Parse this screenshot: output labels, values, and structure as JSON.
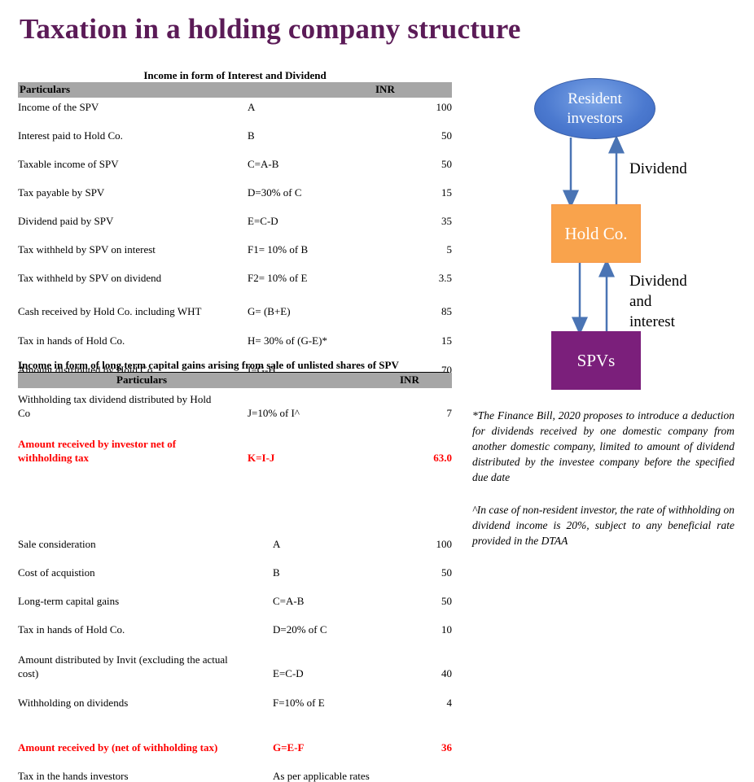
{
  "title": "Taxation in a holding company structure",
  "table1": {
    "caption": "Income in form of Interest and Dividend",
    "header": {
      "particulars": "Particulars",
      "inr": "INR"
    },
    "rows": [
      {
        "label": "Income of the SPV",
        "formula": "A",
        "value": "100"
      },
      {
        "label": "Interest paid to Hold Co.",
        "formula": "B",
        "value": "50"
      },
      {
        "label": "Taxable income of SPV",
        "formula": "C=A-B",
        "value": "50"
      },
      {
        "label": "Tax payable by SPV",
        "formula": "D=30% of C",
        "value": "15"
      },
      {
        "label": "Dividend paid by SPV",
        "formula": "E=C-D",
        "value": "35"
      },
      {
        "label": "Tax withheld by SPV on interest",
        "formula": "F1= 10% of B",
        "value": "5"
      },
      {
        "label": "Tax withheld by SPV on dividend",
        "formula": "F2= 10% of E",
        "value": "3.5"
      },
      {
        "label": "Cash received by Hold Co. including  WHT",
        "formula": "G= (B+E)",
        "value": "85"
      },
      {
        "label": "Tax in hands of Hold Co.",
        "formula": "H= 30% of (G-E)*",
        "value": "15"
      },
      {
        "label": "Amount distributed by Hold Co.",
        "formula": "I=G-H",
        "value": "70"
      },
      {
        "label": "Withholding  tax dividend  distributed  by Hold",
        "label2": "Co",
        "formula": "J=10% of I^",
        "value": "7"
      },
      {
        "label": "Amount received by investor net of",
        "label2": "withholding tax",
        "formula": "K=I-J",
        "value": "63.0"
      }
    ]
  },
  "table2": {
    "caption": "Income in form of long term capital gains arising from sale of unlisted shares of SPV",
    "header": {
      "particulars": "Particulars",
      "inr": "INR"
    },
    "rows": [
      {
        "label": "Sale consideration",
        "formula": "A",
        "value": "100"
      },
      {
        "label": "Cost of acquistion",
        "formula": "B",
        "value": "50"
      },
      {
        "label": "Long-term capital gains",
        "formula": "C=A-B",
        "value": "50"
      },
      {
        "label": "Tax in hands of Hold Co.",
        "formula": "D=20% of C",
        "value": "10"
      },
      {
        "label": "Amount distributed by Invit (excluding the actual",
        "label2": "cost)",
        "formula": "E=C-D",
        "value": "40"
      },
      {
        "label": "Withholding  on dividends",
        "formula": "F=10% of E",
        "value": "4"
      },
      {
        "label": "Amount received by (net of withholding tax)",
        "formula": "G=E-F",
        "value": "36"
      },
      {
        "label": "Tax in the hands investors",
        "formula": "As per applicable rates",
        "value": ""
      }
    ]
  },
  "diagram": {
    "investors_line1": "Resident",
    "investors_line2": "investors",
    "hold": "Hold Co.",
    "spv": "SPVs",
    "label_top": "Dividend",
    "label_bottom_1": "Dividend",
    "label_bottom_2": "and",
    "label_bottom_3": "interest",
    "colors": {
      "ellipse": "#4b79cf",
      "hold": "#f9a34c",
      "spv": "#7b1f7b",
      "arrow": "#4a74b4"
    }
  },
  "notes": {
    "note1": "*The Finance Bill, 2020 proposes to introduce a deduction for dividends received by one domestic company from another domestic company, limited to amount of dividend distributed by the investee company before the specified due date",
    "note2": "^In case of non-resident investor, the rate of withholding on dividend income is 20%, subject to any beneficial rate provided in the DTAA"
  }
}
